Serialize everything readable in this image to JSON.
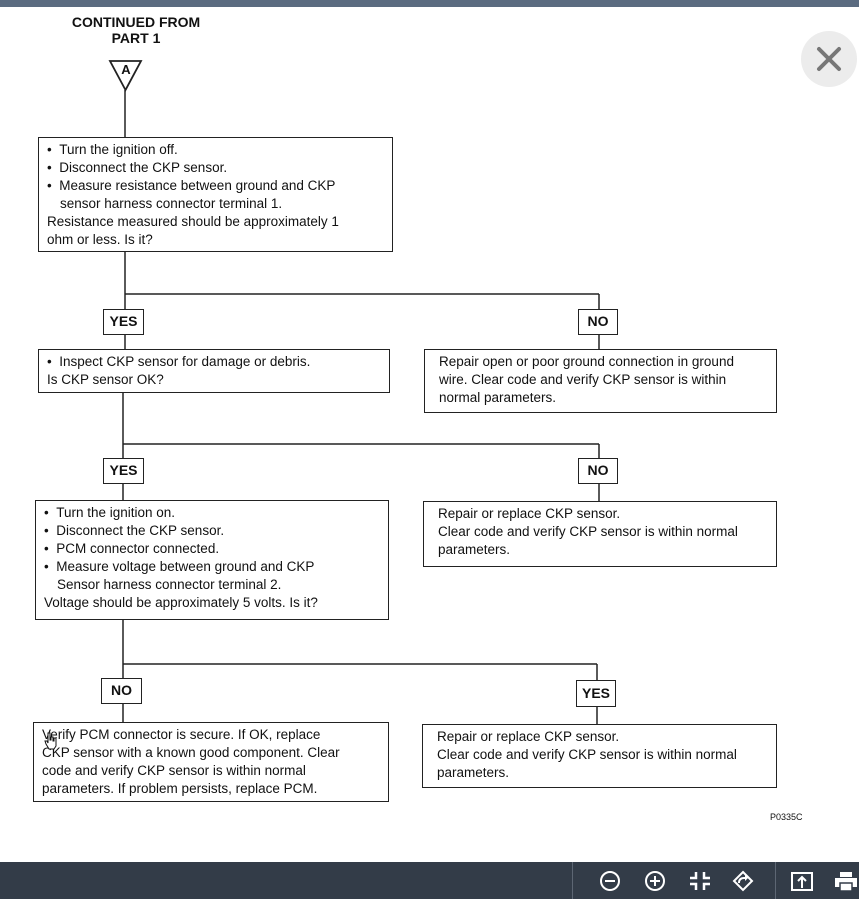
{
  "header": {
    "line1": "CONTINUED FROM",
    "line2": "PART 1",
    "connector": "A"
  },
  "boxes": {
    "step1": {
      "bullets": [
        "Turn the ignition off.",
        "Disconnect the CKP sensor.",
        "Measure resistance between ground and CKP"
      ],
      "bullet3_cont": "sensor harness connector terminal 1.",
      "text_lines": [
        "Resistance measured should be approximately 1",
        "ohm or less. Is it?"
      ]
    },
    "step2": {
      "bullets": [
        "Inspect CKP sensor for damage or debris."
      ],
      "text_lines": [
        "Is CKP sensor OK?"
      ]
    },
    "no1": {
      "text_lines": [
        "Repair open or poor ground connection in ground",
        "wire. Clear code and verify CKP sensor is within",
        "normal parameters."
      ]
    },
    "step3": {
      "bullets": [
        "Turn the ignition on.",
        "Disconnect the CKP sensor.",
        "PCM connector connected.",
        "Measure voltage between ground and CKP"
      ],
      "bullet4_cont": "Sensor harness connector terminal 2.",
      "text_lines": [
        "Voltage should be approximately 5 volts. Is it?"
      ]
    },
    "no2": {
      "text_lines": [
        "Repair or replace CKP sensor.",
        "Clear code and verify CKP sensor is within normal",
        "parameters."
      ]
    },
    "no3": {
      "text_lines": [
        "Verify PCM connector is secure. If OK, replace",
        "CKP sensor with a known good component. Clear",
        "code and verify CKP sensor is within normal",
        "parameters.  If problem persists, replace PCM."
      ]
    },
    "yes3": {
      "text_lines": [
        "Repair or replace CKP sensor.",
        "Clear code and verify CKP sensor is within normal",
        "parameters."
      ]
    }
  },
  "tags": {
    "yes1": "YES",
    "no1": "NO",
    "yes2": "YES",
    "no2": "NO",
    "no3": "NO",
    "yes3": "YES"
  },
  "figure_ref": "P0335C",
  "toolbar": {
    "icons": [
      "zoom-out-icon",
      "zoom-in-icon",
      "fit-screen-icon",
      "rotate-icon",
      "open-external-icon",
      "print-icon"
    ]
  },
  "colors": {
    "toolbar_bg": "#333c48",
    "topbar_bg": "#5b6b80",
    "close_bg": "#ececec"
  }
}
